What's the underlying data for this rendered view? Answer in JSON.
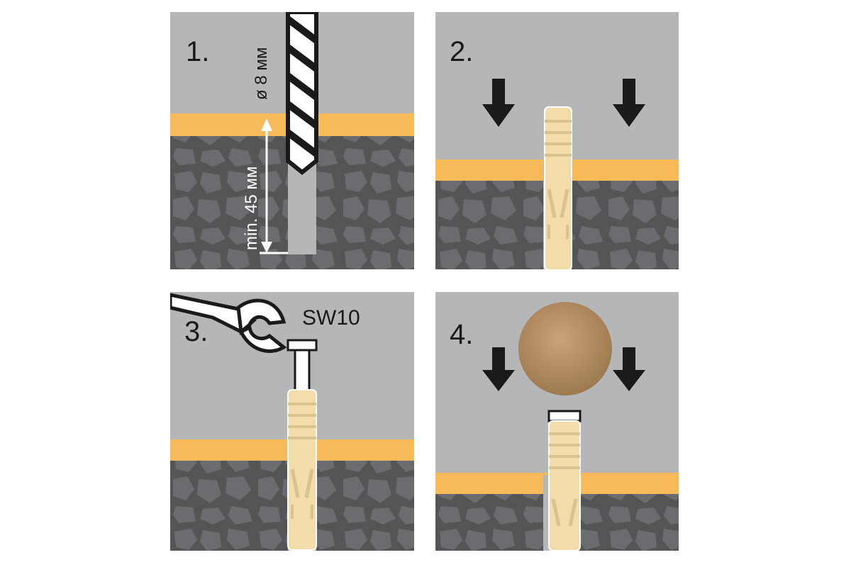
{
  "steps": [
    {
      "number": "1.",
      "diameter_label": "ø 8 мм",
      "depth_label": "min. 45 мм"
    },
    {
      "number": "2."
    },
    {
      "number": "3.",
      "wrench_label": "SW10"
    },
    {
      "number": "4."
    }
  ],
  "colors": {
    "background": "#b5b6b8",
    "plaster_layer": "#f8b958",
    "concrete": "#545557",
    "stones": "#6b6c6f",
    "anchor": "#f1dcaa",
    "ball": "#b08a5c",
    "arrow": "#1a1a1a"
  }
}
